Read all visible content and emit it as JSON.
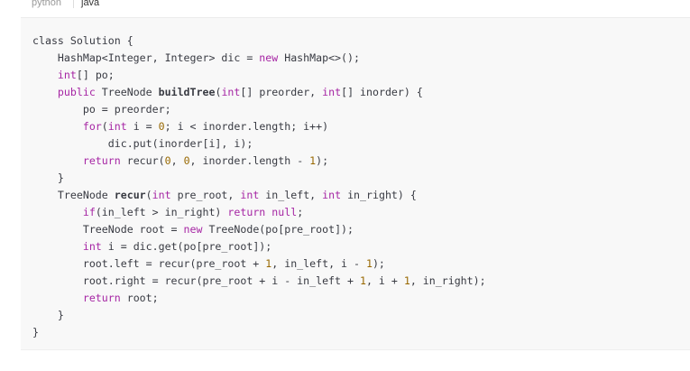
{
  "tabs": [
    {
      "label": "python",
      "active": false
    },
    {
      "label": "java",
      "active": true
    }
  ],
  "code": {
    "language": "java",
    "lines": [
      [
        {
          "t": "class Solution {",
          "c": ""
        }
      ],
      [
        {
          "t": "    HashMap<Integer, Integer> dic = ",
          "c": ""
        },
        {
          "t": "new",
          "c": "kw"
        },
        {
          "t": " HashMap<>();",
          "c": ""
        }
      ],
      [
        {
          "t": "    ",
          "c": ""
        },
        {
          "t": "int",
          "c": "kw"
        },
        {
          "t": "[] po;",
          "c": ""
        }
      ],
      [
        {
          "t": "    ",
          "c": ""
        },
        {
          "t": "public",
          "c": "kw"
        },
        {
          "t": " TreeNode ",
          "c": ""
        },
        {
          "t": "buildTree",
          "c": "title"
        },
        {
          "t": "(",
          "c": ""
        },
        {
          "t": "int",
          "c": "kw"
        },
        {
          "t": "[] preorder, ",
          "c": ""
        },
        {
          "t": "int",
          "c": "kw"
        },
        {
          "t": "[] inorder) {",
          "c": ""
        }
      ],
      [
        {
          "t": "        po = preorder;",
          "c": ""
        }
      ],
      [
        {
          "t": "        ",
          "c": ""
        },
        {
          "t": "for",
          "c": "kw"
        },
        {
          "t": "(",
          "c": ""
        },
        {
          "t": "int",
          "c": "kw"
        },
        {
          "t": " i = ",
          "c": ""
        },
        {
          "t": "0",
          "c": "num"
        },
        {
          "t": "; i < inorder.length; i++)",
          "c": ""
        }
      ],
      [
        {
          "t": "            dic.put(inorder[i], i);",
          "c": ""
        }
      ],
      [
        {
          "t": "        ",
          "c": ""
        },
        {
          "t": "return",
          "c": "kw"
        },
        {
          "t": " recur(",
          "c": ""
        },
        {
          "t": "0",
          "c": "num"
        },
        {
          "t": ", ",
          "c": ""
        },
        {
          "t": "0",
          "c": "num"
        },
        {
          "t": ", inorder.length - ",
          "c": ""
        },
        {
          "t": "1",
          "c": "num"
        },
        {
          "t": ");",
          "c": ""
        }
      ],
      [
        {
          "t": "    }",
          "c": ""
        }
      ],
      [
        {
          "t": "    TreeNode ",
          "c": ""
        },
        {
          "t": "recur",
          "c": "title"
        },
        {
          "t": "(",
          "c": ""
        },
        {
          "t": "int",
          "c": "kw"
        },
        {
          "t": " pre_root, ",
          "c": ""
        },
        {
          "t": "int",
          "c": "kw"
        },
        {
          "t": " in_left, ",
          "c": ""
        },
        {
          "t": "int",
          "c": "kw"
        },
        {
          "t": " in_right) {",
          "c": ""
        }
      ],
      [
        {
          "t": "        ",
          "c": ""
        },
        {
          "t": "if",
          "c": "kw"
        },
        {
          "t": "(in_left > in_right) ",
          "c": ""
        },
        {
          "t": "return",
          "c": "kw"
        },
        {
          "t": " ",
          "c": ""
        },
        {
          "t": "null",
          "c": "kw"
        },
        {
          "t": ";",
          "c": ""
        }
      ],
      [
        {
          "t": "        TreeNode root = ",
          "c": ""
        },
        {
          "t": "new",
          "c": "kw"
        },
        {
          "t": " TreeNode(po[pre_root]);",
          "c": ""
        }
      ],
      [
        {
          "t": "        ",
          "c": ""
        },
        {
          "t": "int",
          "c": "kw"
        },
        {
          "t": " i = dic.get(po[pre_root]);",
          "c": ""
        }
      ],
      [
        {
          "t": "        root.left = recur(pre_root + ",
          "c": ""
        },
        {
          "t": "1",
          "c": "num"
        },
        {
          "t": ", in_left, i - ",
          "c": ""
        },
        {
          "t": "1",
          "c": "num"
        },
        {
          "t": ");",
          "c": ""
        }
      ],
      [
        {
          "t": "        root.right = recur(pre_root + i - in_left + ",
          "c": ""
        },
        {
          "t": "1",
          "c": "num"
        },
        {
          "t": ", i + ",
          "c": ""
        },
        {
          "t": "1",
          "c": "num"
        },
        {
          "t": ", in_right);",
          "c": ""
        }
      ],
      [
        {
          "t": "        ",
          "c": ""
        },
        {
          "t": "return",
          "c": "kw"
        },
        {
          "t": " root;",
          "c": ""
        }
      ],
      [
        {
          "t": "    }",
          "c": ""
        }
      ],
      [
        {
          "t": "}",
          "c": ""
        }
      ]
    ]
  }
}
